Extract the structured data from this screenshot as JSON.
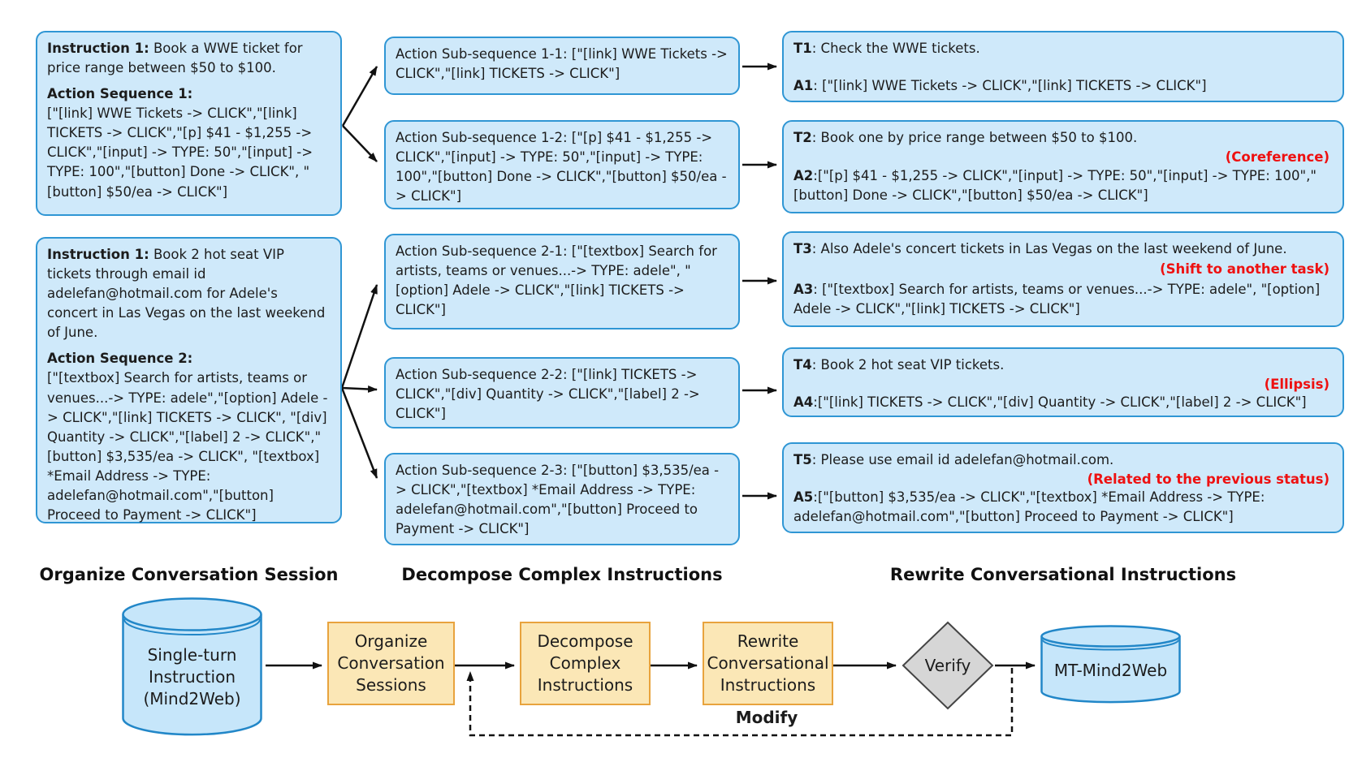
{
  "colors": {
    "box_blue_fill": "#cfe9fa",
    "box_blue_border": "#2f96d4",
    "cylinder_fill": "#c6e6fa",
    "cylinder_border": "#2287c8",
    "step_yellow_fill": "#fbe7b6",
    "step_yellow_border": "#e8a33d",
    "diamond_fill": "#d6d6d6",
    "diamond_border": "#444444",
    "annotation_red": "#ee1111",
    "arrow_black": "#111111"
  },
  "columns": {
    "left": "Organize Conversation Session",
    "middle": "Decompose Complex Instructions",
    "right": "Rewrite Conversational Instructions"
  },
  "left_boxes": [
    {
      "instruction_label": "Instruction 1:",
      "instruction_text": " Book a WWE ticket for price range between $50 to $100.",
      "sequence_label": "Action Sequence 1:",
      "sequence_text": "[\"[link]  WWE Tickets -> CLICK\",\"[link] TICKETS -> CLICK\",\"[p]  $41 - $1,255 -> CLICK\",\"[input]   -> TYPE: 50\",\"[input]   -> TYPE: 100\",\"[button]  Done -> CLICK\", \"[button]  $50/ea -> CLICK\"]"
    },
    {
      "instruction_label": "Instruction 1:",
      "instruction_text": " Book 2 hot seat VIP tickets through email id adelefan@hotmail.com for Adele's concert in Las Vegas on the last weekend of June.",
      "sequence_label": "Action Sequence 2:",
      "sequence_text": "[\"[textbox]  Search for artists, teams or venues...-> TYPE: adele\",\"[option]  Adele -> CLICK\",\"[link]  TICKETS -> CLICK\", \"[div]  Quantity -> CLICK\",\"[label]  2 -> CLICK\",\"[button]  $3,535/ea -> CLICK\", \"[textbox]  *Email Address -> TYPE: adelefan@hotmail.com\",\"[button]  Proceed to Payment -> CLICK\"]"
    }
  ],
  "middle_boxes": [
    {
      "text": "Action Sub-sequence 1-1: [\"[link]  WWE Tickets -> CLICK\",\"[link]  TICKETS -> CLICK\"]"
    },
    {
      "text": "Action Sub-sequence 1-2: [\"[p]  $41 - $1,255 -> CLICK\",\"[input]   -> TYPE: 50\",\"[input]   -> TYPE: 100\",\"[button]  Done -> CLICK\",\"[button]  $50/ea -> CLICK\"]"
    },
    {
      "text": "Action Sub-sequence 2-1: [\"[textbox]  Search for artists, teams or venues...-> TYPE: adele\", \"[option]  Adele -> CLICK\",\"[link]  TICKETS -> CLICK\"]"
    },
    {
      "text": "Action Sub-sequence 2-2: [\"[link]  TICKETS -> CLICK\",\"[div]  Quantity -> CLICK\",\"[label]  2 -> CLICK\"]"
    },
    {
      "text": "Action Sub-sequence 2-3: [\"[button]  $3,535/ea -> CLICK\",\"[textbox]  *Email Address -> TYPE: adelefan@hotmail.com\",\"[button]  Proceed to Payment -> CLICK\"]"
    }
  ],
  "right_boxes": [
    {
      "t_label": "T1",
      "t_text": ": Check the WWE tickets.",
      "annotation": "",
      "a_label": "A1",
      "a_text": ": [\"[link]  WWE Tickets -> CLICK\",\"[link]  TICKETS -> CLICK\"]"
    },
    {
      "t_label": "T2",
      "t_text": ": Book one by price range between $50 to $100.",
      "annotation": "(Coreference)",
      "a_label": "A2",
      "a_text": ":[\"[p]  $41 - $1,255 -> CLICK\",\"[input]   -> TYPE: 50\",\"[input]   -> TYPE: 100\",\"[button]  Done -> CLICK\",\"[button]  $50/ea -> CLICK\"]"
    },
    {
      "t_label": "T3",
      "t_text": ": Also Adele's concert tickets in Las Vegas on the last weekend of June.",
      "annotation": "(Shift to another task)",
      "a_label": "A3",
      "a_text": ": [\"[textbox]  Search for artists, teams or venues...-> TYPE: adele\", \"[option]  Adele -> CLICK\",\"[link]  TICKETS -> CLICK\"]"
    },
    {
      "t_label": "T4",
      "t_text": ": Book 2 hot seat VIP tickets.",
      "annotation": "(Ellipsis)",
      "a_label": "A4",
      "a_text": ":[\"[link]  TICKETS -> CLICK\",\"[div]  Quantity -> CLICK\",\"[label]  2 -> CLICK\"]"
    },
    {
      "t_label": "T5",
      "t_text": ": Please use email id adelefan@hotmail.com.",
      "annotation": "(Related to the previous status)",
      "a_label": "A5",
      "a_text": ":[\"[button]  $3,535/ea -> CLICK\",\"[textbox]  *Email Address -> TYPE: adelefan@hotmail.com\",\"[button]  Proceed to Payment -> CLICK\"]"
    }
  ],
  "flowchart": {
    "source_db": "Single-turn Instruction (Mind2Web)",
    "step1": "Organize Conversation Sessions",
    "step2": "Decompose Complex Instructions",
    "step3": "Rewrite Conversational Instructions",
    "verify": "Verify",
    "output_db": "MT-Mind2Web",
    "modify_label": "Modify"
  }
}
